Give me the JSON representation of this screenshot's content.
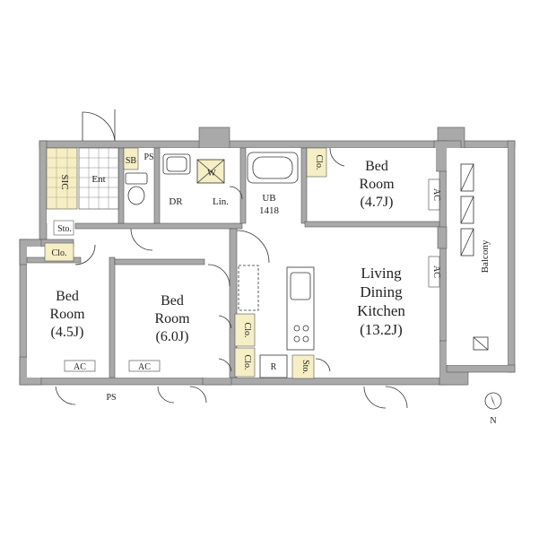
{
  "rooms": {
    "bed_a": {
      "line1": "Bed",
      "line2": "Room",
      "size": "(4.5J)",
      "ac": "AC",
      "closet": "Clo."
    },
    "bed_b": {
      "line1": "Bed",
      "line2": "Room",
      "size": "(6.0J)",
      "ac": "AC",
      "closet1": "Clo.",
      "closet2": "Clo."
    },
    "bed_c": {
      "line1": "Bed",
      "line2": "Room",
      "size": "(4.7J)",
      "ac": "AC",
      "closet": "Clo."
    },
    "ldk": {
      "line1": "Living",
      "line2": "Dining",
      "line3": "Kitchen",
      "size": "(13.2J)",
      "ac": "AC",
      "storage": "Sto.",
      "fridge": "R"
    }
  },
  "labels": {
    "sic": "SIC",
    "entrance": "Ent",
    "shoe_box": "SB",
    "ps_top": "PS",
    "storage_entry": "Sto.",
    "dressing": "DR",
    "washer": "W",
    "linen": "Lin.",
    "bath_line1": "UB",
    "bath_line2": "1418",
    "balcony": "Balcony",
    "ps_bottom": "PS"
  },
  "compass": {
    "north": "N"
  },
  "colors": {
    "wall": "#a9a9a9",
    "floor": "#ffffff",
    "tile": "#f6eec4",
    "line": "#333333",
    "closet": "#f6eec4"
  }
}
